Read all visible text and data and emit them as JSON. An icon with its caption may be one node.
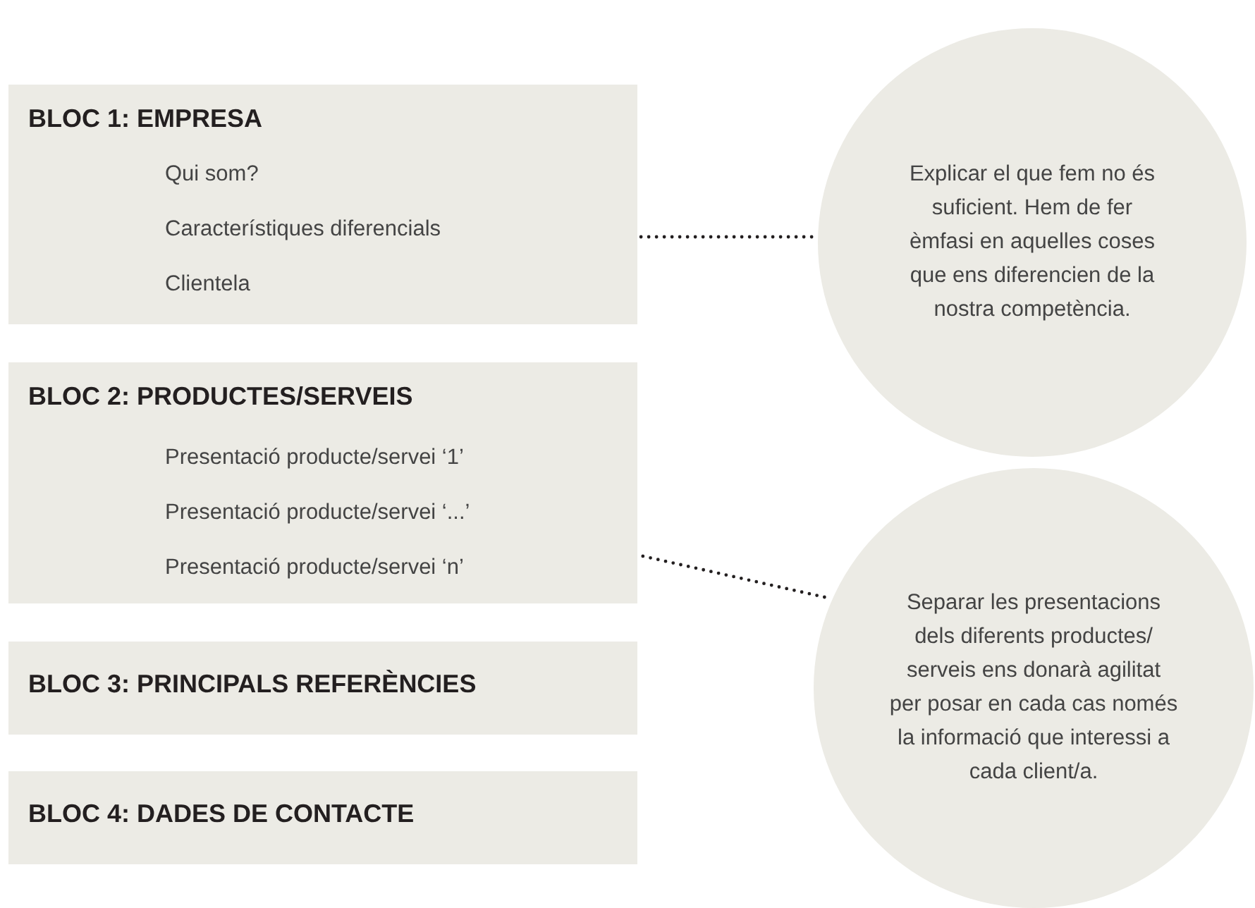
{
  "diagram": {
    "nodes": [
      {
        "text": [
          "BLOC 1: EMPRESA"
        ]
      },
      {
        "text": [
          "Qui som?"
        ],
        "in": 0
      },
      {
        "text": [
          "Característiques diferencials"
        ],
        "in": 0
      },
      {
        "text": [
          "Clientela"
        ],
        "in": 0
      },
      {
        "text": [
          "BLOC 2: PRODUCTES/SERVEIS"
        ]
      },
      {
        "text": [
          "Presentació producte/servei ‘1’"
        ],
        "in": 4
      },
      {
        "text": [
          "Presentació producte/servei ‘...’"
        ],
        "in": 4
      },
      {
        "text": [
          "Presentació producte/servei ‘n’"
        ],
        "in": 4
      },
      {
        "text": [
          "BLOC 3: PRINCIPALS REFERÈNCIES"
        ]
      },
      {
        "text": [
          "BLOC 4: DADES DE CONTACTE"
        ]
      },
      {
        "text": [
          "Explicar el que fem no és suficient. Hem de fer èmfasi en aquelles coses que ens diferencien de la nostra competència."
        ]
      },
      {
        "text": [
          "Separar les presentacions dels diferents productes/ serveis ens donarà agilitat per posar en cada cas només la informació que interessi a cada client/a."
        ]
      }
    ],
    "edges": [
      {
        "from": 2,
        "to": 10,
        "arrow": "none",
        "style": "dashed"
      },
      {
        "from": 6,
        "to": 11,
        "arrow": "none",
        "style": "dashed"
      }
    ]
  }
}
